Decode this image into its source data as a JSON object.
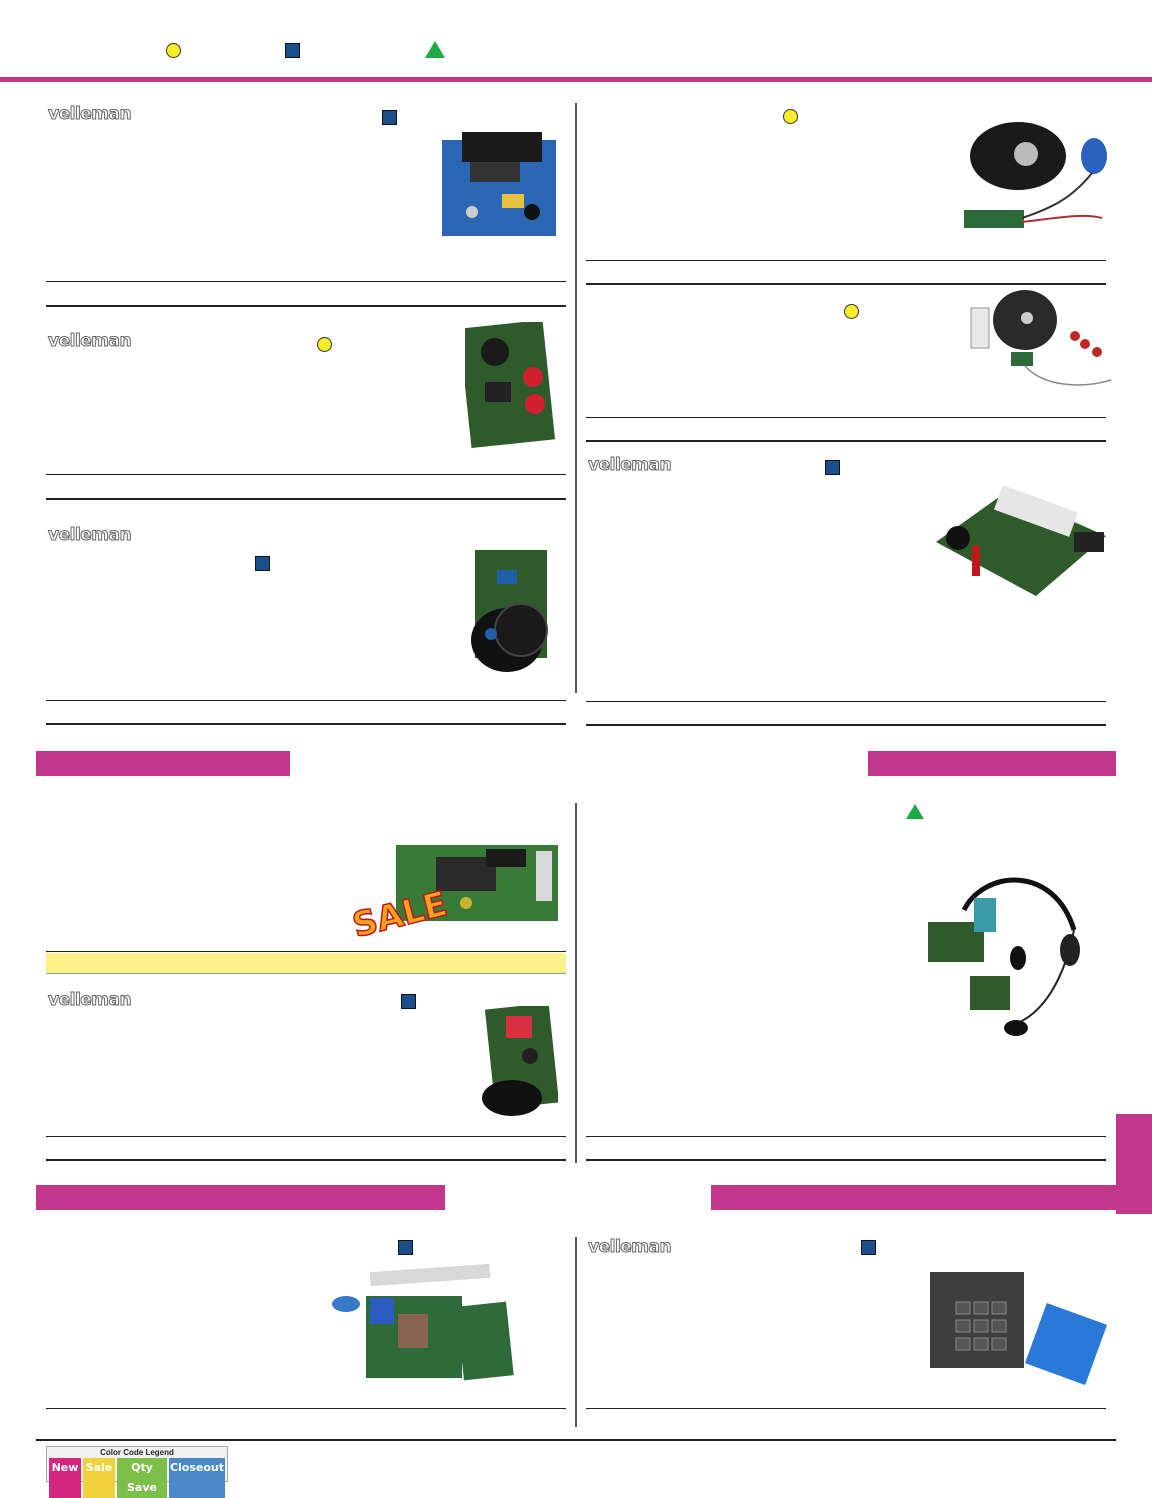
{
  "brand": {
    "logo_text": "velleman"
  },
  "legend": {
    "title": "Color Code Legend",
    "items": [
      "New",
      "Sale",
      "Qty Save",
      "Closeout"
    ],
    "colors": [
      "#d4257f",
      "#f0d23a",
      "#7cc04a",
      "#4a88c8"
    ]
  },
  "colors": {
    "accent": "#c2368c",
    "marker_circle": "#f9ec28",
    "marker_square": "#1a4f8c",
    "marker_triangle": "#1ea846",
    "highlight_row": "#fbf08a"
  },
  "markers": {
    "shapes": [
      "circle-yellow",
      "square-blue",
      "triangle-green"
    ]
  },
  "sale_label": "SALE"
}
